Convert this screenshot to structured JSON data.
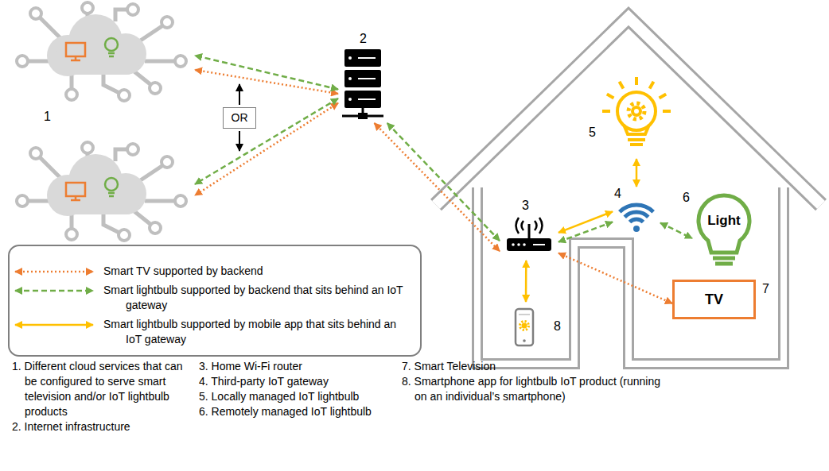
{
  "diagram": {
    "nodes": [
      {
        "text": [
          "1"
        ]
      },
      {
        "text": [
          "OR"
        ]
      },
      {
        "text": [
          "2"
        ]
      },
      {
        "text": [
          "5"
        ]
      },
      {
        "text": [
          "4"
        ]
      },
      {
        "text": [
          "3"
        ]
      },
      {
        "text": [
          "6",
          "Light"
        ]
      },
      {
        "text": [
          "TV",
          "7"
        ]
      },
      {
        "text": [
          "8"
        ]
      }
    ],
    "edges": [
      {
        "from": 2,
        "to": 0,
        "arrow": "both"
      },
      {
        "from": 2,
        "to": 0,
        "arrow": "both"
      },
      {
        "from": 2,
        "to": 0,
        "arrow": "both"
      },
      {
        "from": 2,
        "to": 0,
        "arrow": "both"
      },
      {
        "from": 2,
        "to": 5,
        "arrow": "both"
      },
      {
        "from": 2,
        "to": 5,
        "arrow": "both"
      },
      {
        "from": 5,
        "to": 4,
        "arrow": "both"
      },
      {
        "from": 5,
        "to": 4,
        "arrow": "both"
      },
      {
        "from": 4,
        "to": 3,
        "arrow": "both"
      },
      {
        "from": 4,
        "to": 6,
        "arrow": "both"
      },
      {
        "from": 5,
        "to": 7,
        "arrow": "both"
      },
      {
        "from": 5,
        "to": 8,
        "arrow": "both"
      }
    ],
    "labels": [
      "1. Different cloud services that can be configured to serve smart television and/or IoT lightbulb products",
      "2. Internet infrastructure",
      "3. Home Wi-Fi router",
      "4. Third-party IoT gateway",
      "5. Locally managed IoT lightbulb",
      "6. Remotely managed IoT lightbulb",
      "7. Smart Television",
      "8. Smartphone app for lightbulb IoT product (running on an individual’s smartphone)"
    ],
    "legend": [
      {
        "text": "Smart TV supported by backend"
      },
      {
        "text": "Smart lightbulb supported by backend that sits behind an IoT gateway"
      },
      {
        "text": "Smart lightbulb supported by mobile app that sits behind an IoT gateway"
      }
    ]
  }
}
